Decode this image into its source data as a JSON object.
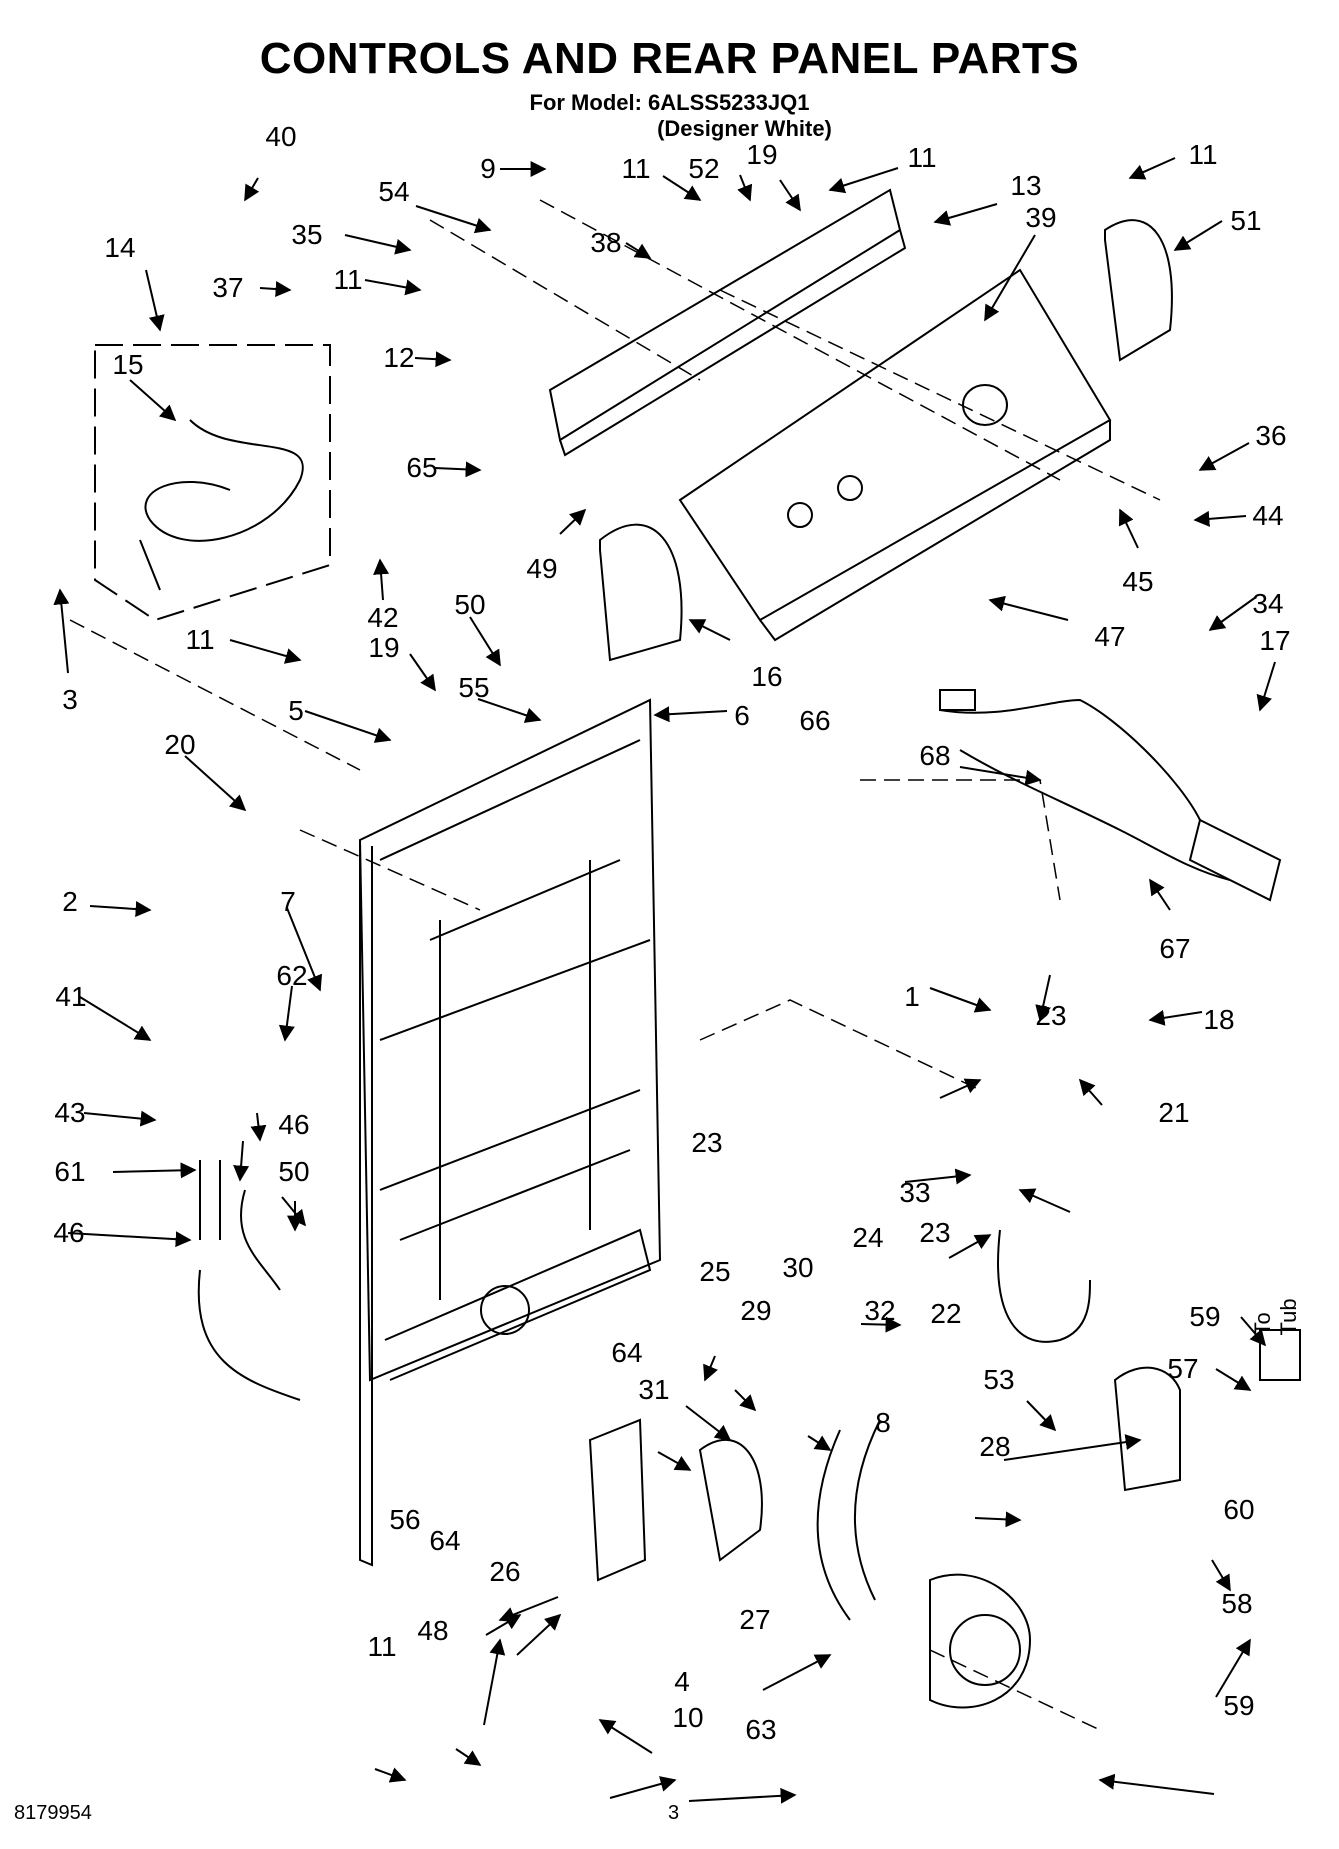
{
  "header": {
    "title": "CONTROLS AND REAR PANEL PARTS",
    "model_line": "For Model: 6ALSS5233JQ1",
    "color_line": "(Designer White)"
  },
  "annotation": {
    "to_tub": "To Tub"
  },
  "footer": {
    "doc_number": "8179954",
    "page_number": "3"
  },
  "callouts": [
    {
      "id": "c01",
      "text": "40"
    },
    {
      "id": "c02",
      "text": "9"
    },
    {
      "id": "c03",
      "text": "11"
    },
    {
      "id": "c04",
      "text": "52"
    },
    {
      "id": "c05",
      "text": "19"
    },
    {
      "id": "c06",
      "text": "11"
    },
    {
      "id": "c07",
      "text": "11"
    },
    {
      "id": "c08",
      "text": "54"
    },
    {
      "id": "c09",
      "text": "13"
    },
    {
      "id": "c10",
      "text": "39"
    },
    {
      "id": "c11",
      "text": "51"
    },
    {
      "id": "c12",
      "text": "35"
    },
    {
      "id": "c13",
      "text": "38"
    },
    {
      "id": "c14",
      "text": "14"
    },
    {
      "id": "c15",
      "text": "11"
    },
    {
      "id": "c16",
      "text": "37"
    },
    {
      "id": "c17",
      "text": "12"
    },
    {
      "id": "c18",
      "text": "15"
    },
    {
      "id": "c19",
      "text": "65"
    },
    {
      "id": "c20",
      "text": "36"
    },
    {
      "id": "c21",
      "text": "44"
    },
    {
      "id": "c22",
      "text": "49"
    },
    {
      "id": "c23",
      "text": "45"
    },
    {
      "id": "c24",
      "text": "42"
    },
    {
      "id": "c25",
      "text": "34"
    },
    {
      "id": "c26",
      "text": "50"
    },
    {
      "id": "c27",
      "text": "47"
    },
    {
      "id": "c28",
      "text": "11"
    },
    {
      "id": "c29",
      "text": "19"
    },
    {
      "id": "c30",
      "text": "3"
    },
    {
      "id": "c31",
      "text": "16"
    },
    {
      "id": "c32",
      "text": "17"
    },
    {
      "id": "c33",
      "text": "55"
    },
    {
      "id": "c34",
      "text": "5"
    },
    {
      "id": "c35",
      "text": "6"
    },
    {
      "id": "c36",
      "text": "66"
    },
    {
      "id": "c37",
      "text": "20"
    },
    {
      "id": "c38",
      "text": "68"
    },
    {
      "id": "c39",
      "text": "2"
    },
    {
      "id": "c40",
      "text": "7"
    },
    {
      "id": "c41",
      "text": "67"
    },
    {
      "id": "c42",
      "text": "62"
    },
    {
      "id": "c43",
      "text": "41"
    },
    {
      "id": "c44",
      "text": "1"
    },
    {
      "id": "c45",
      "text": "23"
    },
    {
      "id": "c46",
      "text": "18"
    },
    {
      "id": "c47",
      "text": "43"
    },
    {
      "id": "c48",
      "text": "46"
    },
    {
      "id": "c49",
      "text": "23"
    },
    {
      "id": "c50",
      "text": "21"
    },
    {
      "id": "c51",
      "text": "61"
    },
    {
      "id": "c52",
      "text": "50"
    },
    {
      "id": "c53",
      "text": "33"
    },
    {
      "id": "c54",
      "text": "24"
    },
    {
      "id": "c55",
      "text": "46"
    },
    {
      "id": "c56",
      "text": "23"
    },
    {
      "id": "c57",
      "text": "22"
    },
    {
      "id": "c58",
      "text": "25"
    },
    {
      "id": "c59",
      "text": "30"
    },
    {
      "id": "c60",
      "text": "29"
    },
    {
      "id": "c61",
      "text": "32"
    },
    {
      "id": "c62",
      "text": "59"
    },
    {
      "id": "c63",
      "text": "64"
    },
    {
      "id": "c64",
      "text": "31"
    },
    {
      "id": "c65",
      "text": "57"
    },
    {
      "id": "c66",
      "text": "53"
    },
    {
      "id": "c67",
      "text": "8"
    },
    {
      "id": "c68",
      "text": "28"
    },
    {
      "id": "c69",
      "text": "56"
    },
    {
      "id": "c70",
      "text": "60"
    },
    {
      "id": "c71",
      "text": "64"
    },
    {
      "id": "c72",
      "text": "26"
    },
    {
      "id": "c73",
      "text": "27"
    },
    {
      "id": "c74",
      "text": "58"
    },
    {
      "id": "c75",
      "text": "48"
    },
    {
      "id": "c76",
      "text": "11"
    },
    {
      "id": "c77",
      "text": "4"
    },
    {
      "id": "c78",
      "text": "59"
    },
    {
      "id": "c79",
      "text": "10"
    },
    {
      "id": "c80",
      "text": "63"
    }
  ]
}
